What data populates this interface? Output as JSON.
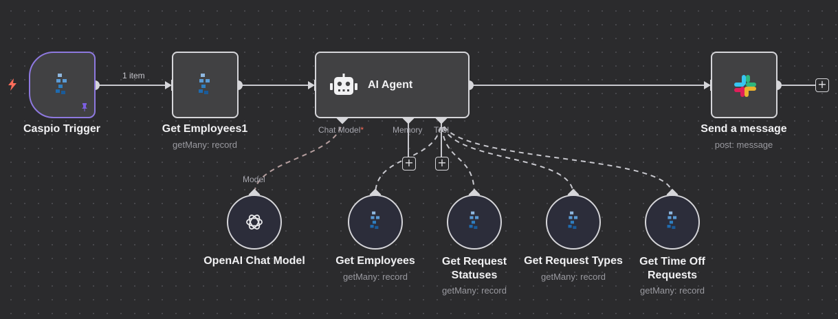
{
  "nodes": {
    "caspio_trigger": {
      "title": "Caspio Trigger",
      "icon": "caspio-icon"
    },
    "get_employees1": {
      "title": "Get Employees1",
      "subtitle": "getMany: record",
      "icon": "caspio-icon"
    },
    "ai_agent": {
      "title": "AI Agent",
      "icon": "robot-icon",
      "ports": {
        "chat_model": "Chat Model",
        "required_mark": "*",
        "memory": "Memory",
        "tool": "Tool"
      }
    },
    "send_message": {
      "title": "Send a message",
      "subtitle": "post: message",
      "icon": "slack-icon"
    },
    "openai_chat_model": {
      "title": "OpenAI Chat Model",
      "icon": "openai-icon",
      "port_label": "Model"
    },
    "get_employees": {
      "title": "Get Employees",
      "subtitle": "getMany: record",
      "icon": "caspio-icon"
    },
    "get_request_statuses": {
      "title": "Get Request Statuses",
      "subtitle": "getMany: record",
      "icon": "caspio-icon"
    },
    "get_request_types": {
      "title": "Get Request Types",
      "subtitle": "getMany: record",
      "icon": "caspio-icon"
    },
    "get_time_off_requests": {
      "title": "Get Time Off Requests",
      "subtitle": "getMany: record",
      "icon": "caspio-icon"
    }
  },
  "connections": {
    "trigger_output_label": "1 item"
  },
  "buttons": {
    "add_node": "+"
  },
  "colors": {
    "canvas": "#2b2b2d",
    "node_fill": "#414143",
    "node_border": "#d6d6da",
    "selected_border": "#8e79e0",
    "trigger_bolt": "#ff6d5a",
    "pin": "#7b5fe0",
    "required": "#ff6d5a",
    "dashed_model": "#b89a9a"
  }
}
